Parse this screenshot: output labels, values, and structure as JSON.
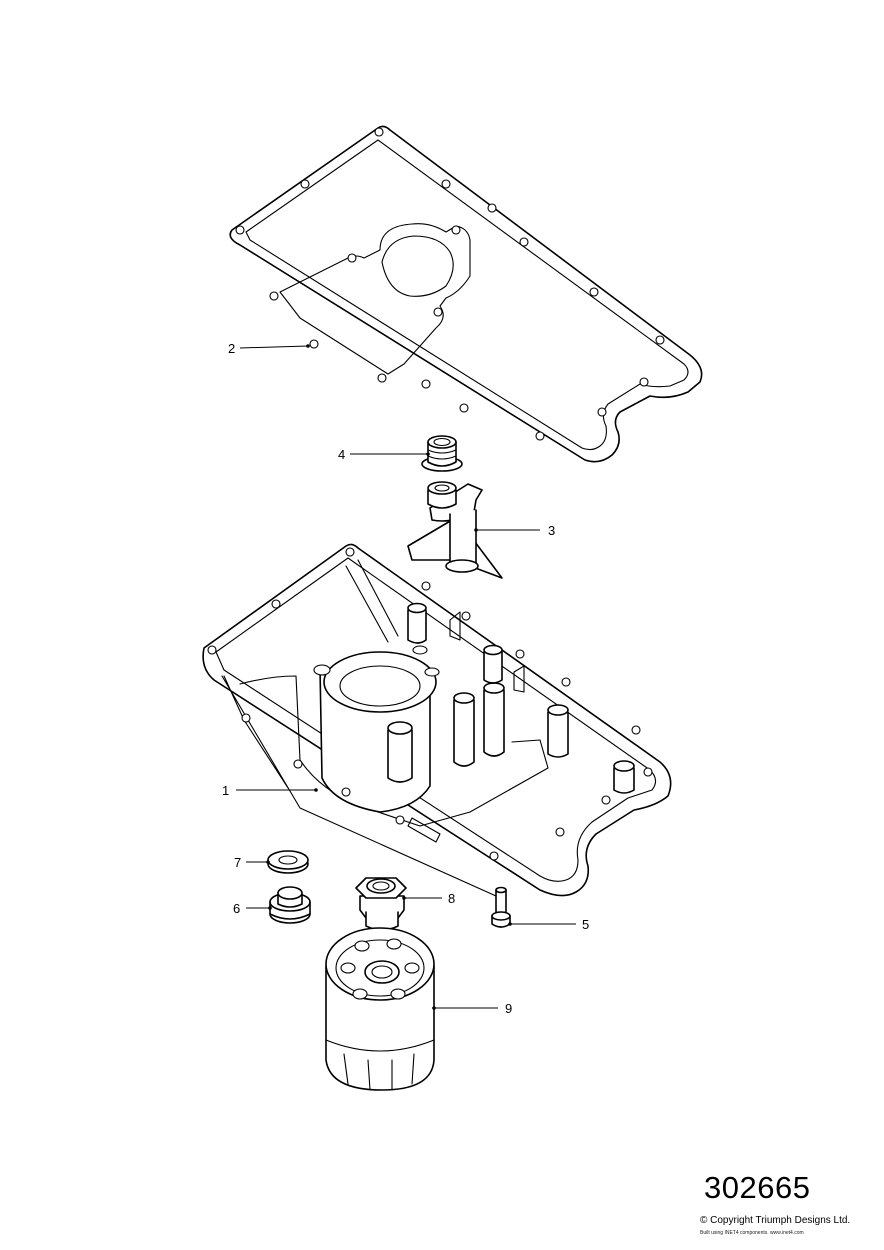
{
  "diagram": {
    "number": "302665",
    "copyright": "© Copyright Triumph Designs Ltd.",
    "built_with": "Built using INET4 components. www.inet4.com"
  },
  "callouts": [
    {
      "id": "1",
      "label": "1"
    },
    {
      "id": "2",
      "label": "2"
    },
    {
      "id": "3",
      "label": "3"
    },
    {
      "id": "4",
      "label": "4"
    },
    {
      "id": "5",
      "label": "5"
    },
    {
      "id": "6",
      "label": "6"
    },
    {
      "id": "7",
      "label": "7"
    },
    {
      "id": "8",
      "label": "8"
    },
    {
      "id": "9",
      "label": "9"
    }
  ]
}
